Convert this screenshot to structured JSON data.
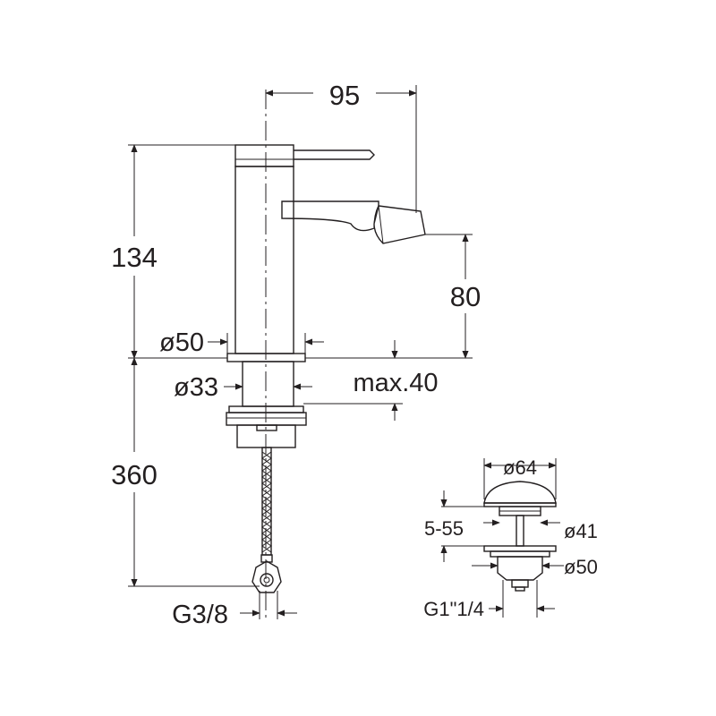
{
  "faucet": {
    "spout_reach": "95",
    "total_height": "134",
    "spout_height": "80",
    "base_diameter": "ø50",
    "shank_diameter": "ø33",
    "max_deck_thickness": "max.40",
    "hose_length": "360",
    "hose_connection": "G3/8"
  },
  "drain": {
    "cap_diameter": "ø64",
    "adjustment_range": "5-55",
    "body_diameter": "ø41",
    "flange_diameter": "ø50",
    "thread": "G1\"1/4"
  }
}
